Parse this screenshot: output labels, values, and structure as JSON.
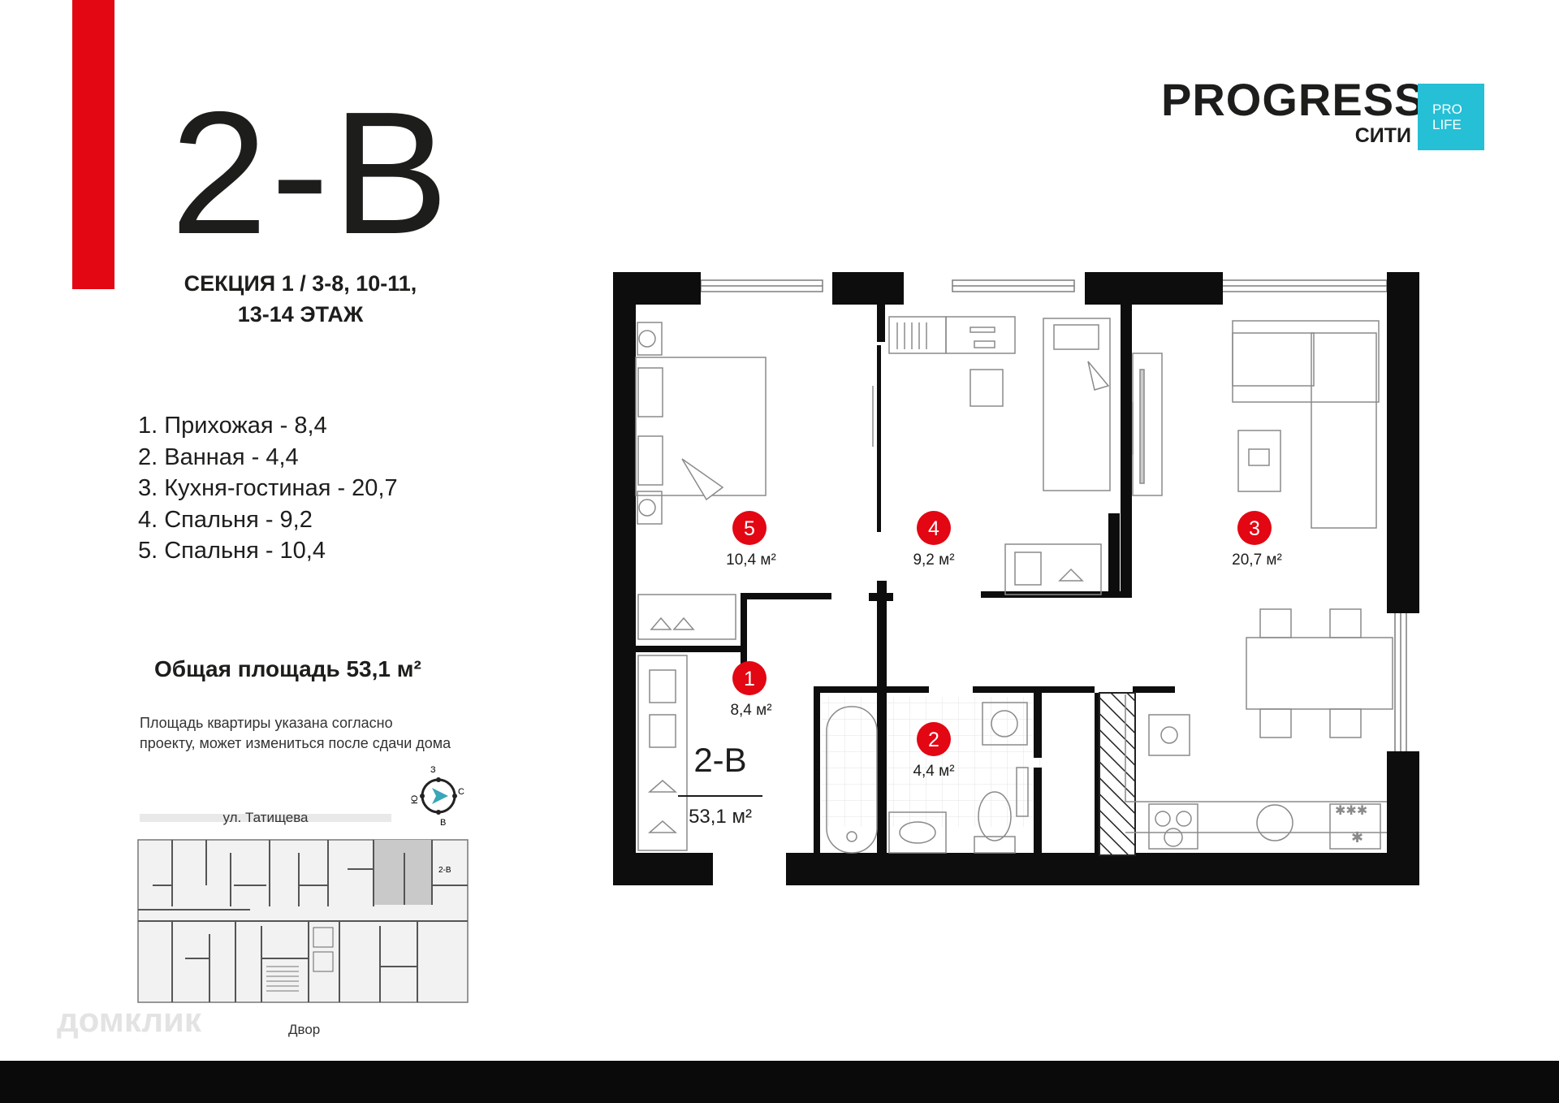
{
  "apartment": {
    "code": "2-В"
  },
  "section_info": {
    "line1": "СЕКЦИЯ 1 / 3-8, 10-11,",
    "line2": "13-14 ЭТАЖ"
  },
  "room_list": [
    "1.  Прихожая - 8,4",
    "2. Ванная - 4,4",
    "3. Кухня-гостиная - 20,7",
    "4. Спальня - 9,2",
    "5. Спальня - 10,4"
  ],
  "total_area": "Общая площадь 53,1 м²",
  "disclaimer": {
    "line1": "Площадь квартиры указана согласно",
    "line2": "проекту, может измениться после сдачи дома"
  },
  "brand": {
    "name": "PROGRESS",
    "sub": "СИТИ",
    "tag_line1": "PRO",
    "tag_line2": "LIFE"
  },
  "compass": {
    "north": "С",
    "south": "Ю",
    "east": "В",
    "west": "З"
  },
  "site_plan": {
    "street": "ул. Татищева",
    "yard": "Двор",
    "unit_label": "2-В"
  },
  "watermark": "домклик",
  "plan": {
    "rooms": [
      {
        "num": "1",
        "area": "8,4 м²"
      },
      {
        "num": "2",
        "area": "4,4 м²"
      },
      {
        "num": "3",
        "area": "20,7 м²"
      },
      {
        "num": "4",
        "area": "9,2 м²"
      },
      {
        "num": "5",
        "area": "10,4 м²"
      }
    ],
    "center_code": "2-В",
    "center_area": "53,1 м²"
  },
  "colors": {
    "accent_red": "#e30613",
    "brand_cyan": "#25bfd6",
    "wall": "#0d0d0d",
    "furniture": "#8a8a8a"
  }
}
